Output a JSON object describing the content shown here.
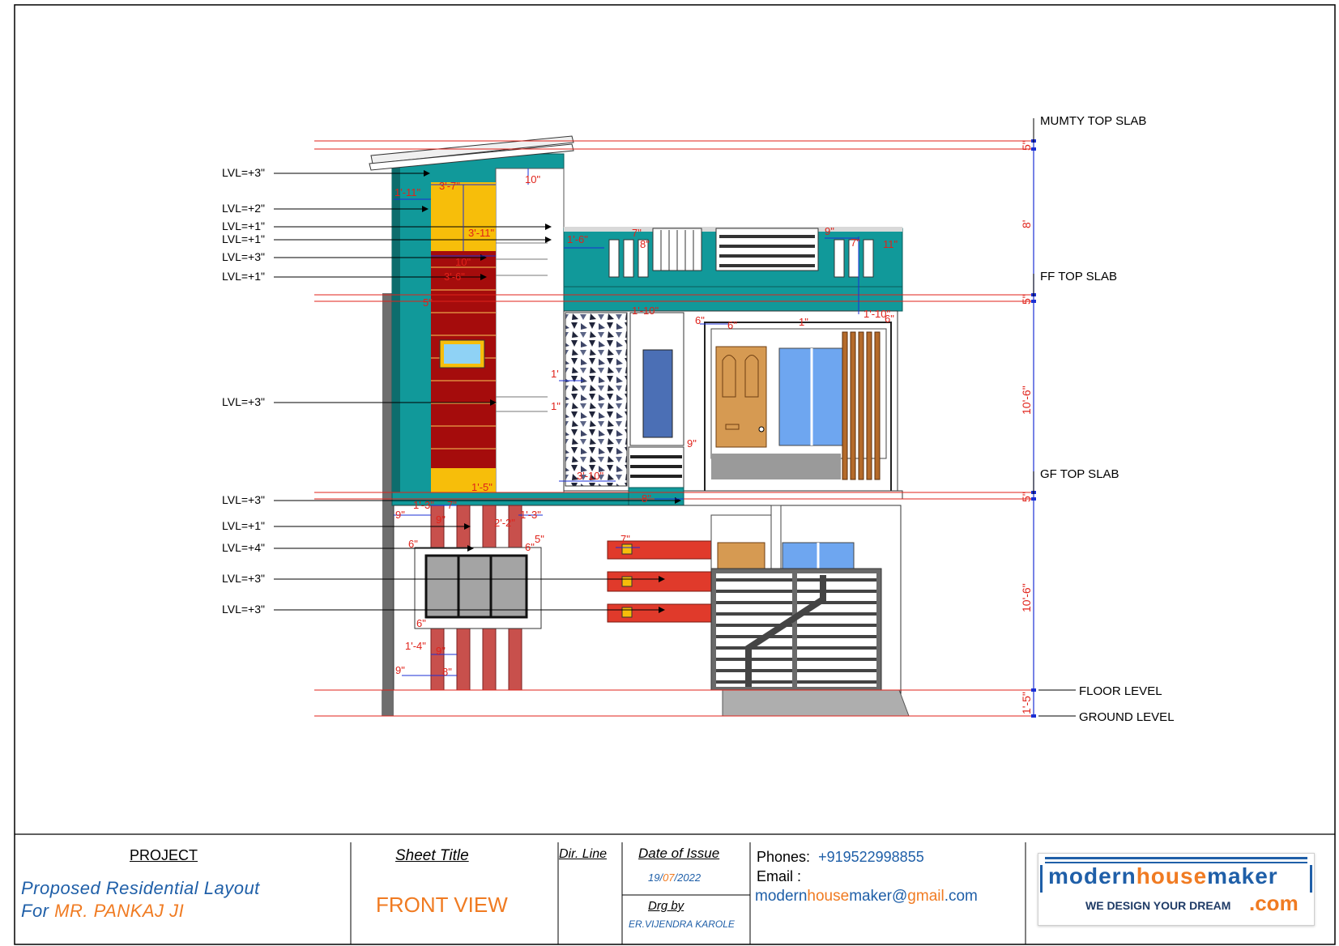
{
  "levels": {
    "mumty_top_slab": "MUMTY TOP SLAB",
    "ff_top_slab": "FF TOP SLAB",
    "gf_top_slab": "GF TOP SLAB",
    "floor_level": "FLOOR LEVEL",
    "ground_level": "GROUND LEVEL"
  },
  "vertical_dims": [
    "5\"",
    "8'",
    "5\"",
    "10'-6\"",
    "5\"",
    "10'-6\"",
    "1'-5\""
  ],
  "lvl_labels": [
    "LVL=+3\"",
    "LVL=+2\"",
    "LVL=+1\"",
    "LVL=+1\"",
    "LVL=+3\"",
    "LVL=+1\"",
    "LVL=+3\"",
    "LVL=+3\"",
    "LVL=+1\"",
    "LVL=+4\"",
    "LVL=+3\"",
    "LVL=+3\""
  ],
  "detail_dims": [
    "1'-11\"",
    "3'-7\"",
    "10\"",
    "3'-11\"",
    "10\"",
    "3'-6\"",
    "5\"",
    "1'",
    "1\"",
    "1'-5\"",
    "1'-6\"",
    "7\"",
    "8\"",
    "1'-10\"",
    "9\"",
    "7\"",
    "11\"",
    "1'-10\"",
    "6\"",
    "6\"",
    "1\"",
    "6\"",
    "9\"",
    "3'-10\"",
    "8\"",
    "9\"",
    "1'-3\"",
    "7\"",
    "9\"",
    "2'-2\"",
    "1'-3\"",
    "6\"",
    "6\"",
    "5\"",
    "7\"",
    "6\"",
    "1'-4\"",
    "9\"",
    "9\"",
    "8\""
  ],
  "title_block": {
    "project_heading": "PROJECT",
    "project_line1": "Proposed Residential Layout",
    "project_for": "For",
    "project_client": "MR. PANKAJ JI",
    "sheet_title_heading": "Sheet Title",
    "sheet_title": "FRONT VIEW",
    "dir_line": "Dir. Line",
    "date_heading": "Date of Issue",
    "date_day": "19/",
    "date_month": "07",
    "date_year": "/2022",
    "drg_by_heading": "Drg by",
    "drg_by": "ER.VIJENDRA KAROLE",
    "phones_label": "Phones:",
    "phone": "+919522998855",
    "email_label": "Email :",
    "email_part1": "modern",
    "email_part2": "house",
    "email_part3": "maker",
    "email_part4": "@",
    "email_part5": "gmail",
    "email_part6": ".com"
  },
  "logo": {
    "word1": "modern",
    "word2": "house",
    "word3": "maker",
    "tagline": "WE DESIGN YOUR DREAM",
    "tld": ".com"
  },
  "colors": {
    "teal": "#11999a",
    "yellow": "#f7be0a",
    "maroon": "#a50c0c",
    "red": "#e03a2b",
    "dim_red": "#e0221a",
    "dim_blue": "#1b2fd4",
    "glass": "#6ea6f0",
    "wood": "#d69a52",
    "orange": "#f07b22",
    "blue_text": "#1f5fa8"
  }
}
